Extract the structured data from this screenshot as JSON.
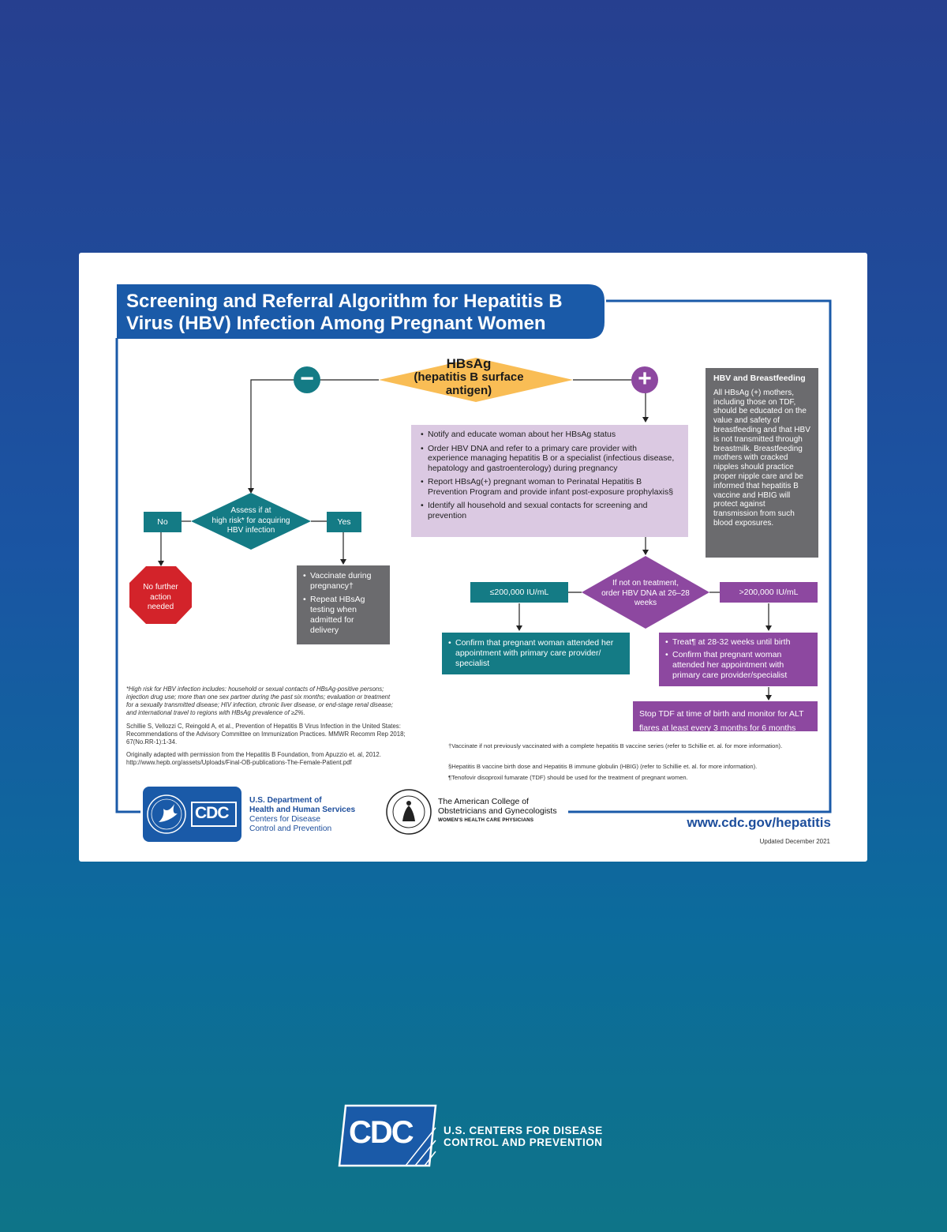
{
  "title": {
    "line1": "Screening and Referral Algorithm for Hepatitis B",
    "line2": "Virus (HBV) Infection Among Pregnant Women"
  },
  "hbsag": {
    "line1": "HBsAg",
    "line2": "(hepatitis B surface",
    "line3": "antigen)"
  },
  "minus_sign": "−",
  "plus_sign": "+",
  "positive_actions": [
    "Notify and educate woman about her HBsAg status",
    "Order HBV DNA and refer to a primary care provider with experience managing hepatitis B or a specialist (infectious disease, hepatology and gastroenterology) during pregnancy",
    "Report HBsAg(+) pregnant woman to Perinatal Hepatitis B Prevention Program and provide infant post-exposure prophylaxis§",
    "Identify all household and sexual contacts for screening and prevention"
  ],
  "risk_diamond": {
    "line1": "Assess if at",
    "line2": "high risk* for acquiring",
    "line3": "HBV infection"
  },
  "no_label": "No",
  "yes_label": "Yes",
  "no_action": {
    "line1": "No further",
    "line2": "action",
    "line3": "needed"
  },
  "yes_actions": [
    "Vaccinate during pregnancy†",
    "Repeat HBsAg testing when admitted for delivery"
  ],
  "dna_diamond": {
    "line1": "If not on treatment,",
    "line2": "order HBV DNA at 26–28",
    "line3": "weeks"
  },
  "low_label": "≤200,000 IU/mL",
  "high_label": ">200,000 IU/mL",
  "low_action": "Confirm that pregnant woman attended her appointment with primary care provider/ specialist",
  "high_actions": [
    "Treat¶ at 28-32 weeks until birth",
    "Confirm that pregnant woman attended her appointment with primary care provider/specialist"
  ],
  "stop_tdf": "Stop TDF at time of birth and monitor for ALT flares at least every 3 months for 6 months",
  "breastfeeding": {
    "title": "HBV and Breastfeeding",
    "body": "All HBsAg (+) mothers, including those on TDF, should be educated on the value and safety of breastfeeding and that HBV is not transmitted through breastmilk. Breastfeeding mothers with cracked nipples should practice proper nipple care and be informed that hepatitis B vaccine and HBIG will protect against transmission from such blood exposures."
  },
  "notes_left": [
    "*High risk for HBV infection includes: household or sexual contacts of HBsAg-positive persons; injection drug use; more than one sex partner during the past six months; evaluation or treatment for a sexually transmitted disease; HIV infection, chronic liver disease, or end-stage renal disease; and international travel to regions with HBsAg prevalence of ≥2%.",
    "Schillie S, Vellozzi C, Reingold A, et al., Prevention of Hepatitis B Virus Infection in the United States: Recommendations of the Advisory Committee on Immunization Practices. MMWR Recomm Rep 2018; 67(No.RR-1):1-34.",
    "Originally adapted with permission from the Hepatitis B Foundation, from Apuzzio et. al, 2012. http://www.hepb.org/assets/Uploads/Final-OB-publications-The-Female-Patient.pdf"
  ],
  "notes_right": [
    "†Vaccinate if not previously vaccinated with a complete hepatitis B vaccine series (refer to Schillie et. al. for more information).",
    "§Hepatitis B vaccine birth dose and Hepatitis B immune globulin (HBIG) (refer to Schillie et. al. for more information).",
    "¶Tenofovir disoproxil fumarate (TDF) should be used for the treatment of pregnant women."
  ],
  "hhs": {
    "line1": "U.S. Department of",
    "line2": "Health and Human Services",
    "line3": "Centers for Disease",
    "line4": "Control and Prevention"
  },
  "hhs_logo_text": "CDC",
  "acog": {
    "line1": "The American College of",
    "line2": "Obstetricians and Gynecologists",
    "line3": "WOMEN'S HEALTH CARE PHYSICIANS"
  },
  "url": "www.cdc.gov/hepatitis",
  "updated": "Updated December 2021",
  "footer": {
    "logo_text": "CDC",
    "line1": "U.S. CENTERS FOR DISEASE",
    "line2": "CONTROL AND PREVENTION"
  },
  "colors": {
    "brand_blue": "#1a5aa8",
    "hbsag_yellow": "#f9bd55",
    "teal": "#147b85",
    "violet": "#8d48a0",
    "lavender": "#dbc9e2",
    "grey": "#6b6b6e",
    "red": "#d3232a"
  }
}
